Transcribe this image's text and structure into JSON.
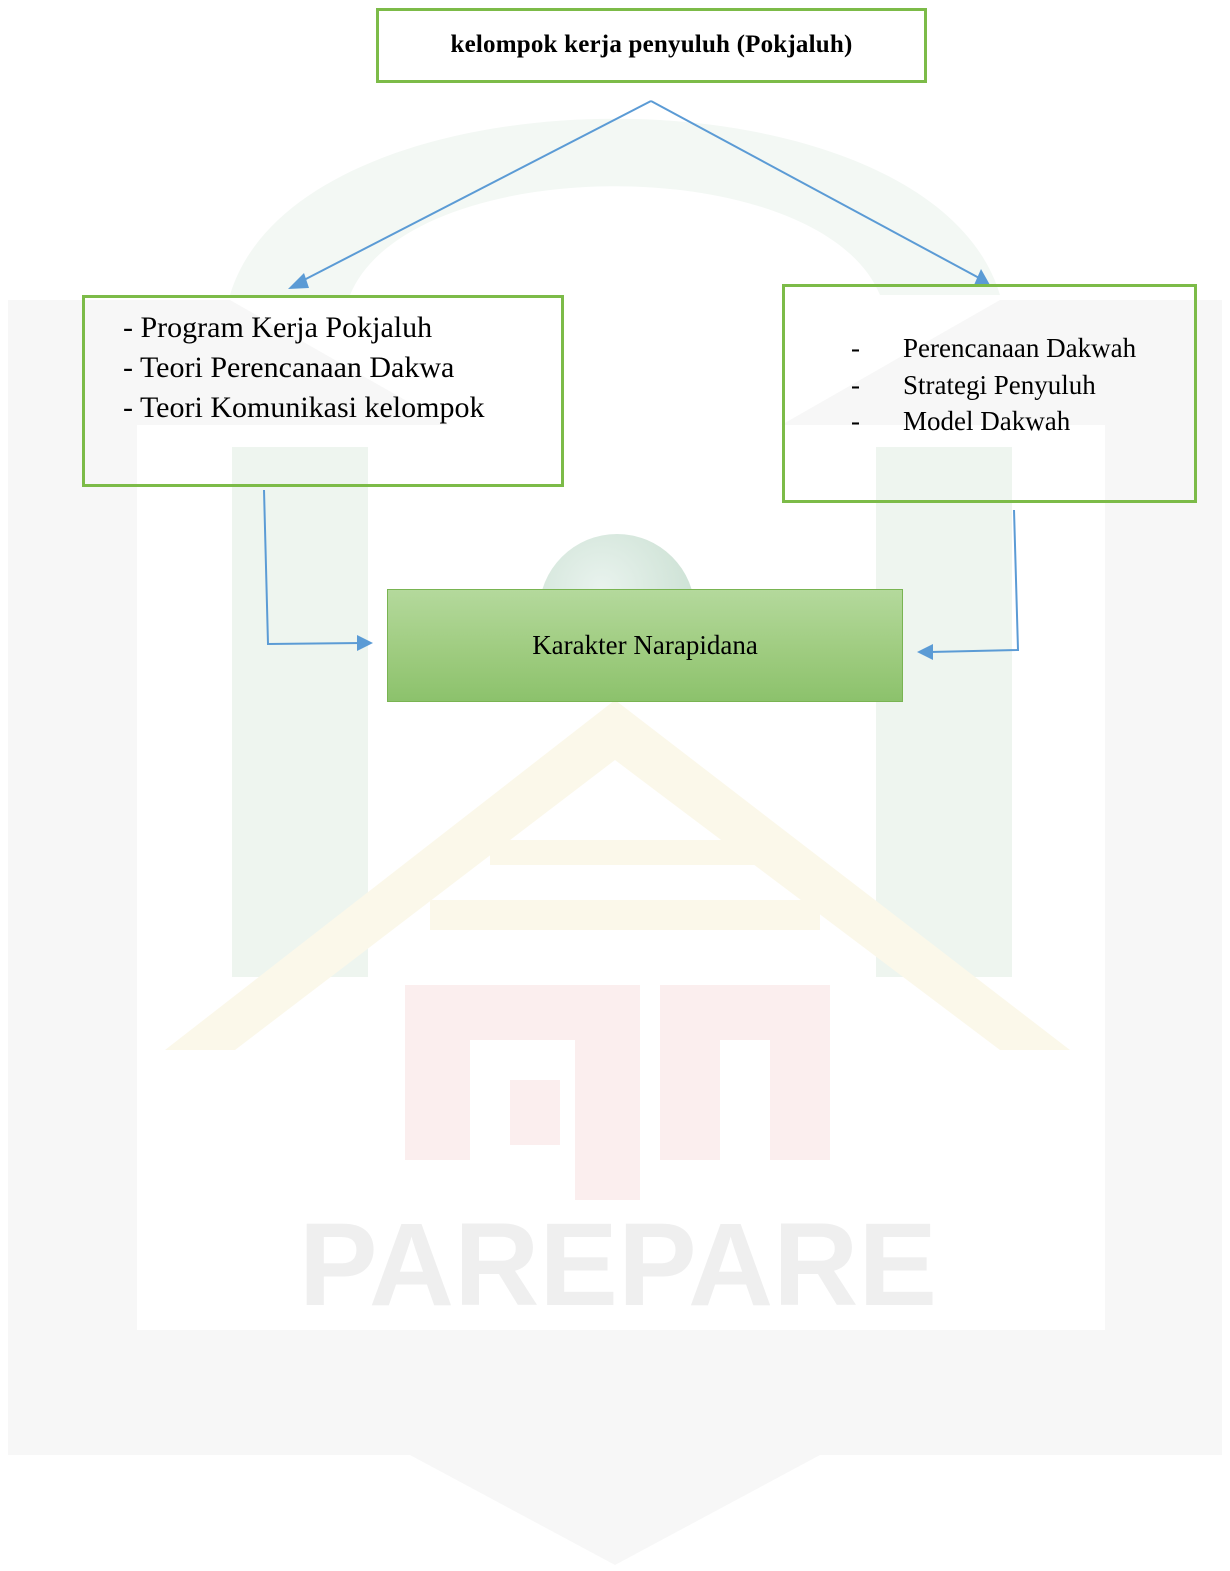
{
  "diagram": {
    "top_box": {
      "title": "kelompok kerja penyuluh  (Pokjaluh)"
    },
    "left_box": {
      "items": [
        "- Program Kerja Pokjaluh",
        "- Teori Perencanaan Dakwa",
        "- Teori Komunikasi kelompok"
      ]
    },
    "right_box": {
      "bullet": "-",
      "items": [
        "Perencanaan Dakwah",
        "Strategi Penyuluh",
        "Model Dakwah"
      ]
    },
    "result_box": {
      "label": "Karakter Narapidana"
    }
  },
  "watermark": {
    "text": "PAREPARE"
  },
  "colors": {
    "box_border": "#7cbb48",
    "arrow": "#5b9bd5",
    "result_fill": "#a3ce86"
  }
}
